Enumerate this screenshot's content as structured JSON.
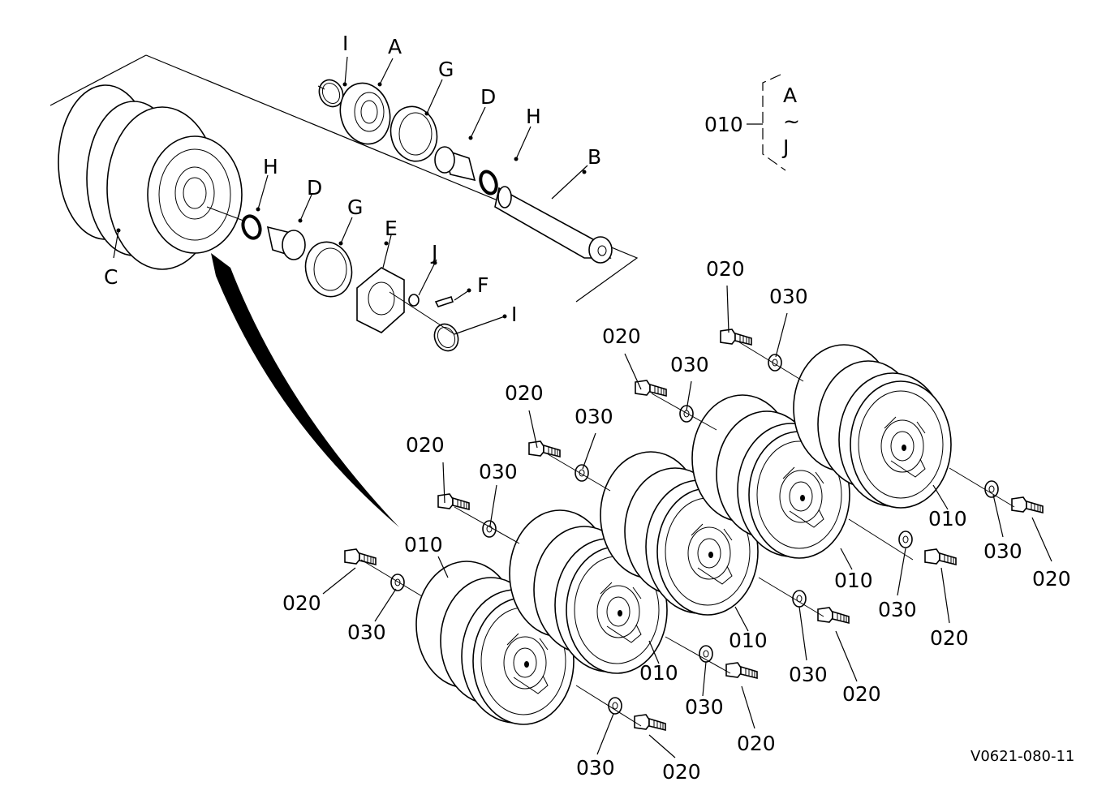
{
  "drawing_code": "V0621-080-11",
  "assembly": {
    "code": "010",
    "range_from": "A",
    "range_sep": "~",
    "range_to": "J"
  },
  "exploded_labels": {
    "I_top": "I",
    "A": "A",
    "G_top": "G",
    "D_top": "D",
    "H_top": "H",
    "B": "B",
    "H_left": "H",
    "D_left": "D",
    "G_left": "G",
    "E": "E",
    "J": "J",
    "F": "F",
    "I_bottom": "I",
    "C": "C"
  },
  "rollers": [
    {
      "id": "r1",
      "roller": "010",
      "bolt_top": "020",
      "washer_top": "030",
      "washer_bot": "030",
      "bolt_bot": "020"
    },
    {
      "id": "r2",
      "roller": "010",
      "bolt_top": "020",
      "washer_top": "030",
      "washer_bot": "030",
      "bolt_bot": "020"
    },
    {
      "id": "r3",
      "roller": "010",
      "bolt_top": "020",
      "washer_top": "030",
      "washer_bot": "030",
      "bolt_bot": "020"
    },
    {
      "id": "r4",
      "roller": "010",
      "bolt_top": "020",
      "washer_top": "030",
      "washer_bot": "030",
      "bolt_bot": "020"
    },
    {
      "id": "r5",
      "roller": "010",
      "bolt_top": "020",
      "washer_top": "030",
      "washer_bot": "030",
      "bolt_bot": "020"
    }
  ]
}
